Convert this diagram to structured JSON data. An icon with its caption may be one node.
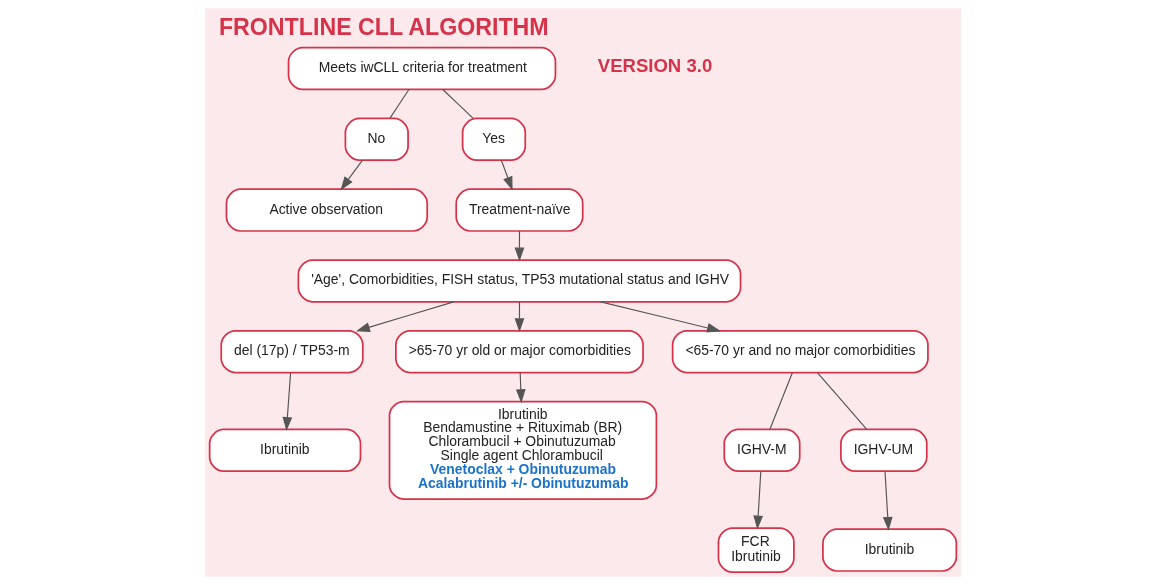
{
  "diagram": {
    "title": "FRONTLINE CLL ALGORITHM",
    "nodes": [
      {
        "text": [
          "Meets iwCLL criteria for treatment"
        ]
      },
      {
        "text": [
          "No"
        ]
      },
      {
        "text": [
          "Yes"
        ]
      },
      {
        "text": [
          "Active observation"
        ]
      },
      {
        "text": [
          "Treatment-naïve"
        ]
      },
      {
        "text": [
          "'Age', Comorbidities, FISH status, TP53 mutational status and IGHV"
        ]
      },
      {
        "text": [
          "del (17p) / TP53-m"
        ]
      },
      {
        "text": [
          ">65-70 yr old or major comorbidities"
        ]
      },
      {
        "text": [
          "<65-70 yr and no major comorbidities"
        ]
      },
      {
        "text": [
          "Ibrutinib"
        ]
      },
      {
        "text": [
          "Ibrutinib",
          "Bendamustine + Rituximab (BR)",
          "Chlorambucil + Obinutuzumab",
          "Single agent Chlorambucil",
          "Venetoclax + Obinutuzumab",
          "Acalabrutinib +/- Obinutuzumab"
        ]
      },
      {
        "text": [
          "IGHV-M"
        ]
      },
      {
        "text": [
          "IGHV-UM"
        ]
      },
      {
        "text": [
          "FCR",
          "Ibrutinib"
        ]
      },
      {
        "text": [
          "Ibrutinib"
        ]
      }
    ],
    "edges": [
      {
        "from": 0,
        "to": 1,
        "arrow": "none"
      },
      {
        "from": 0,
        "to": 2,
        "arrow": "none"
      },
      {
        "from": 1,
        "to": 3,
        "arrow": "to"
      },
      {
        "from": 2,
        "to": 4,
        "arrow": "to"
      },
      {
        "from": 4,
        "to": 5,
        "arrow": "to"
      },
      {
        "from": 5,
        "to": 6,
        "arrow": "to"
      },
      {
        "from": 5,
        "to": 7,
        "arrow": "to"
      },
      {
        "from": 5,
        "to": 8,
        "arrow": "to"
      },
      {
        "from": 6,
        "to": 9,
        "arrow": "to"
      },
      {
        "from": 7,
        "to": 10,
        "arrow": "to"
      },
      {
        "from": 8,
        "to": 11,
        "arrow": "none"
      },
      {
        "from": 8,
        "to": 12,
        "arrow": "none"
      },
      {
        "from": 11,
        "to": 13,
        "arrow": "to"
      },
      {
        "from": 12,
        "to": 14,
        "arrow": "to"
      }
    ],
    "labels": [
      "VERSION 3.0"
    ]
  }
}
